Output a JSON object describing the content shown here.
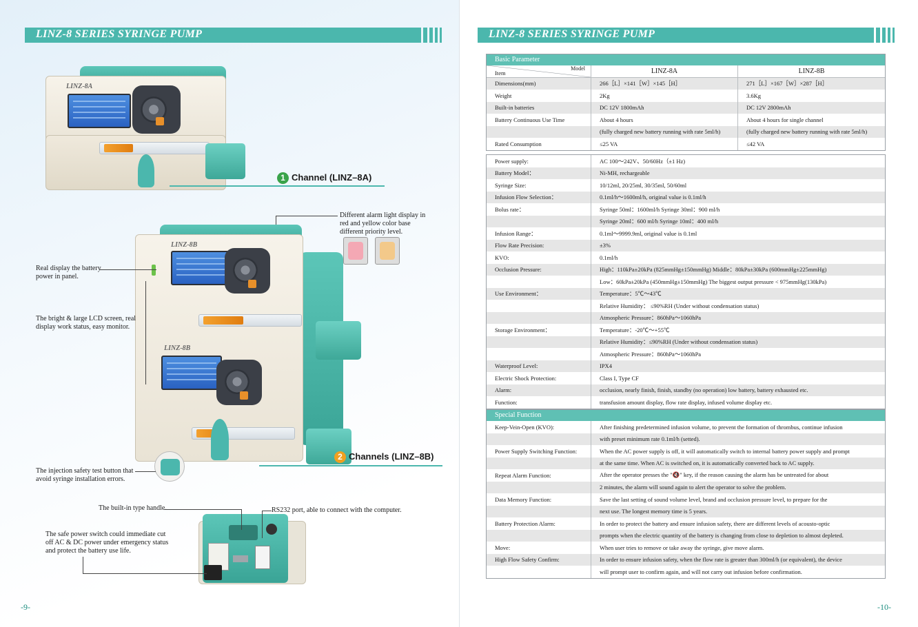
{
  "left": {
    "title": "LINZ-8  SERIES SYRINGE PUMP",
    "page_number": "-9-",
    "pump_model_top": "LINZ-8A",
    "pump_model_mid": "LINZ-8B",
    "pump_model_low": "LINZ-8B",
    "channel1": {
      "num": "1",
      "label": "Channel (LINZ–8A)"
    },
    "channel2": {
      "num": "2",
      "label": "Channels (LINZ–8B)"
    },
    "callouts": {
      "alarm_light": "Different alarm light display in red and yellow color base different priority level.",
      "battery": "Real display the battery power in panel.",
      "lcd": "The bright & large LCD screen, real display work status, easy monitor.",
      "safety_test": "The injection safety test button that avoid syringe installation errors.",
      "handle": "The built-in type handle.",
      "rs232": "RS232 port, able to connect with the computer.",
      "power_switch": "The safe power switch could immediate cut off AC & DC power under emergency status and protect the battery use life."
    },
    "colors": {
      "accent": "#4bb7ad",
      "badge1": "#3aa34a",
      "badge2": "#f0a020"
    }
  },
  "right": {
    "title": "LINZ-8  SERIES SYRINGE PUMP",
    "page_number": "-10-",
    "basic": {
      "header": "Basic Parameter",
      "col_item": "Item",
      "col_model": "Model",
      "col_a": "LINZ-8A",
      "col_b": "LINZ-8B",
      "rows": [
        [
          "Dimensions(mm)",
          "266［L］×141［W］×145［H］",
          "271［L］×167［W］×287［H］"
        ],
        [
          "Weight",
          "2Kg",
          "3.6Kg"
        ],
        [
          "Built-in batteries",
          "DC 12V 1800mAh",
          "DC 12V 2800mAh"
        ],
        [
          "Battery Continuous Use Time",
          "About 4 hours",
          "About 4 hours for single channel"
        ],
        [
          "",
          "(fully charged new battery running with rate 5ml/h)",
          "(fully charged new battery running with rate 5ml/h)"
        ],
        [
          "Rated Consumption",
          "≤25 VA",
          "≤42 VA"
        ]
      ]
    },
    "general": {
      "rows": [
        [
          "Power supply:",
          "AC 100～242V、50/60Hz（±1 Hz)"
        ],
        [
          "Battery Model：",
          "Ni-MH, rechargeable"
        ],
        [
          "Syringe Size:",
          "10/12ml, 20/25ml, 30/35ml, 50/60ml"
        ],
        [
          "Infusion Flow Selection：",
          "0.1ml/h～1600ml/h, original value is 0.1ml/h"
        ],
        [
          "Bolus rate：",
          "Syringe 50ml：1600ml/h      Syringe 30ml：900 ml/h"
        ],
        [
          "",
          "Syringe 20ml：600 ml/h      Syringe 10ml：400 ml/h"
        ],
        [
          "Infusion Range：",
          "0.1ml～9999.9ml, original value is 0.1ml"
        ],
        [
          "Flow Rate Precision:",
          "±3%"
        ],
        [
          "KVO:",
          "0.1ml/h"
        ],
        [
          "Occlusion Pressure:",
          "High：110kPa±20kPa (825mmHg±150mmHg)  Middle：80kPa±30kPa  (600mmHg±225mmHg)"
        ],
        [
          "",
          "Low：60kPa±20kPa  (450mmHg±150mmHg)    The biggest output pressure < 975mmHg(130kPa)"
        ],
        [
          "Use Environment：",
          "Temperature：5℃～43℃"
        ],
        [
          "",
          "Relative Humidity：  ≤90%RH (Under without condensation status)"
        ],
        [
          "",
          "Atmospheric Pressure：860hPa～1060hPa"
        ],
        [
          "Storage Environment：",
          "Temperature：-20℃～+55℃"
        ],
        [
          "",
          "Relative Humidity：≤90%RH (Under without condensation status)"
        ],
        [
          "",
          "Atmospheric Pressure：860hPa～1060hPa"
        ],
        [
          "Waterproof Level:",
          "IPX4"
        ],
        [
          "Electric Shock Protection:",
          "Class I, Type CF"
        ],
        [
          "Alarm:",
          "occlusion, nearly finish, finish, standby (no operation) low battery, battery exhausted etc."
        ],
        [
          "Function:",
          "transfusion amount display, flow rate display, infused volume display etc."
        ]
      ]
    },
    "special": {
      "header": "Special Function",
      "rows": [
        [
          "Keep-Vein-Open (KVO):",
          "After finishing predetermined infusion volume, to prevent the formation of thrombus, continue infusion"
        ],
        [
          "",
          "with preset minimum rate 0.1ml/h (setted)."
        ],
        [
          "Power Supply Switching Function:",
          "When the AC power supply is off, it will automatically switch to internal battery power supply and prompt"
        ],
        [
          "",
          "at the same time. When AC is switched on, it is automatically converted back to AC supply."
        ],
        [
          "Repeat Alarm Function:",
          "After the operator presses the \"🔇\" key, if the reason causing the alarm has be untreated for about"
        ],
        [
          "",
          "2 minutes, the alarm will sound again to alert the operator to solve the problem."
        ],
        [
          "Data Memory Function:",
          "Save the last setting of sound volume level, brand and occlusion pressure level, to prepare for the"
        ],
        [
          "",
          "next use. The longest memory time is 5 years."
        ],
        [
          "Battery Protection Alarm:",
          "In order to protect the battery and ensure infusion safety, there are different levels of acousto-optic"
        ],
        [
          "",
          "prompts when the electric quantity of the battery is changing from close to depletion to almost depleted."
        ],
        [
          "Move:",
          "When user tries to remove or take away the syringe, give move alarm."
        ],
        [
          "High Flow Safety Confirm:",
          "In order to ensure infusion safety, when the flow rate is greater than 300ml/h (or equivalent), the device"
        ],
        [
          "",
          "will prompt user to confirm again, and will not carry out infusion before confirmation."
        ]
      ]
    }
  }
}
